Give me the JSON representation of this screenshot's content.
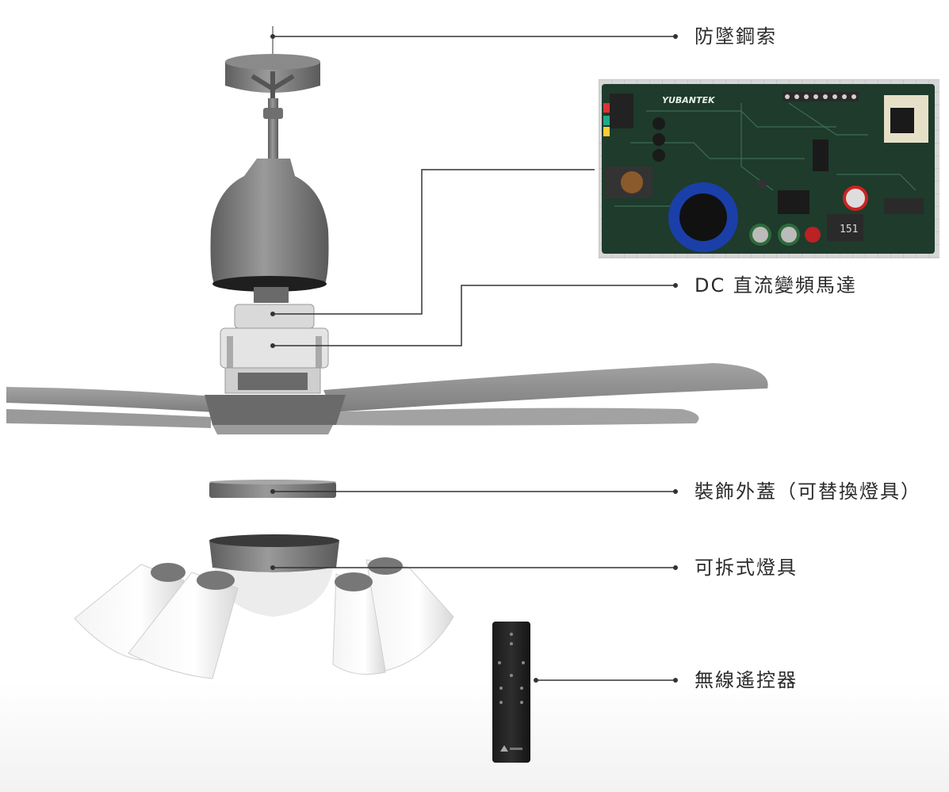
{
  "labels": {
    "safety_cable": "防墜鋼索",
    "dc_motor": "DC 直流變頻馬達",
    "decor_cover": "裝飾外蓋（可替換燈具）",
    "light_kit": "可拆式燈具",
    "remote": "無線遙控器"
  },
  "pcb": {
    "brand": "YUBANTEK",
    "inductor_code": "151"
  },
  "colors": {
    "fan_body": "#7a7a7a",
    "blade": "#8e8e8e",
    "leader_line": "#333333",
    "pcb_green": "#1f3a2c",
    "capacitor_blue": "#1b3fa8"
  }
}
